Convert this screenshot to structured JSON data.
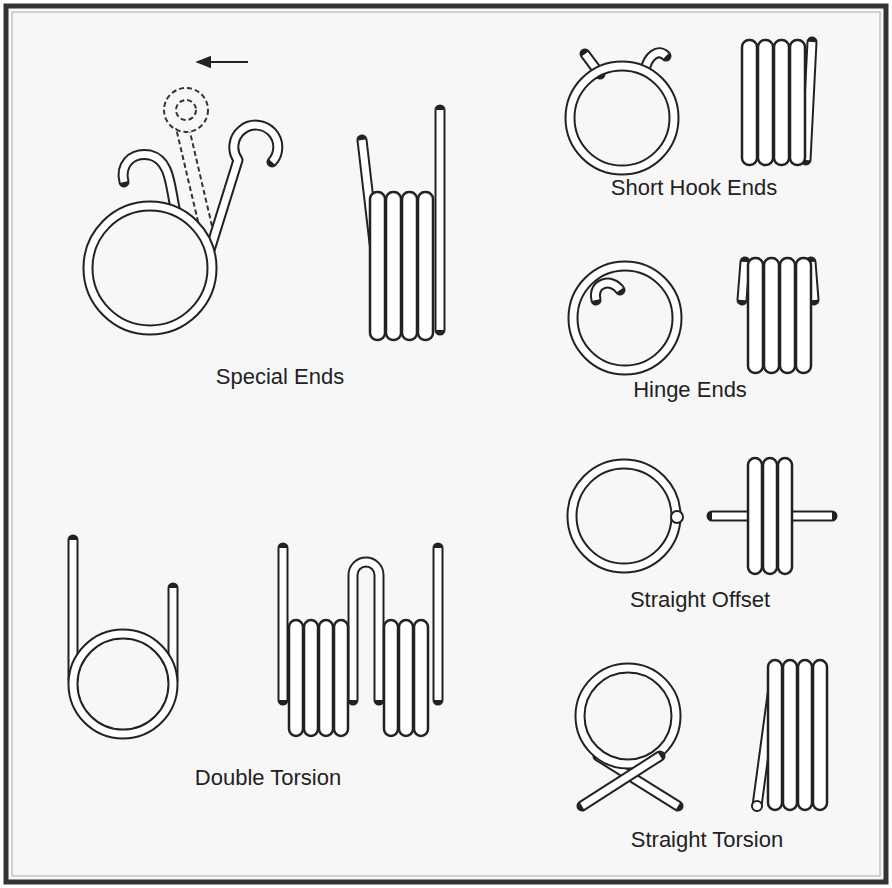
{
  "diagram": {
    "labels": [
      "Special Ends",
      "Short Hook Ends",
      "Hinge Ends",
      "Straight Offset",
      "Double Torsion",
      "Straight Torsion"
    ]
  }
}
